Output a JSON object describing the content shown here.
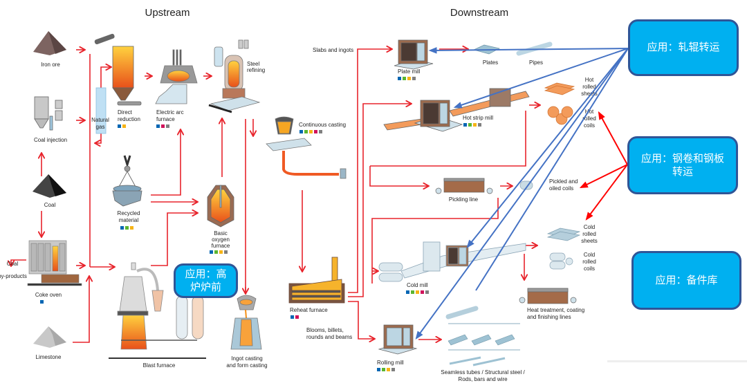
{
  "headers": {
    "upstream": "Upstream",
    "downstream": "Downstream"
  },
  "colors": {
    "flow_arrow": "#e8232b",
    "callout_link_blue": "#4472c4",
    "callout_link_red": "#ff0000",
    "callout_fill": "#00b0f0",
    "callout_border": "#2f5597",
    "tag_blue": "#0066b3",
    "tag_green": "#5bb531",
    "tag_yellow": "#f6b417",
    "tag_magenta": "#d0135a",
    "tag_gray": "#7f7f7f"
  },
  "upstream": {
    "iron_ore": "Iron ore",
    "coal_injection": "Coal injection",
    "coal": "Coal",
    "coke_oven": "Coke oven",
    "coal_byproducts_1": "Coal",
    "coal_byproducts_2": "by-products",
    "limestone": "Limestone",
    "natural_gas_1": "Natural",
    "natural_gas_2": "gas",
    "direct_reduction_1": "Direct",
    "direct_reduction_2": "reduction",
    "electric_arc_1": "Electric arc",
    "electric_arc_2": "furnace",
    "steel_refining_1": "Steel",
    "steel_refining_2": "refining",
    "recycled_1": "Recycled",
    "recycled_2": "material",
    "bof_1": "Basic",
    "bof_2": "oxygen",
    "bof_3": "furnace",
    "blast_furnace": "Blast furnace",
    "ingot_1": "Ingot casting",
    "ingot_2": "and form casting",
    "continuous_casting": "Continuous casting"
  },
  "downstream": {
    "slabs_ingots": "Slabs and ingots",
    "plate_mill": "Plate mill",
    "plates": "Plates",
    "pipes": "Pipes",
    "hot_strip_mill": "Hot strip mill",
    "hot_sheets_1": "Hot",
    "hot_sheets_2": "rolled",
    "hot_sheets_3": "sheets",
    "hot_coils_1": "Hot",
    "hot_coils_2": "rolled",
    "hot_coils_3": "coils",
    "pickling_line": "Pickling line",
    "pickled_1": "Pickled and",
    "pickled_2": "oiled coils",
    "cold_mill": "Cold mill",
    "cold_sheets_1": "Cold",
    "cold_sheets_2": "rolled",
    "cold_sheets_3": "sheets",
    "cold_coils_1": "Cold",
    "cold_coils_2": "rolled",
    "cold_coils_3": "coils",
    "heat_treatment_1": "Heat treatment, coating",
    "heat_treatment_2": "and finishing lines",
    "reheat_furnace": "Reheat furnace",
    "blooms_1": "Blooms, billets,",
    "blooms_2": "rounds and beams",
    "rolling_mill": "Rolling mill",
    "products_1": "Seamless tubes / Structural steel /",
    "products_2": "Rods, bars and wire"
  },
  "callouts": {
    "roll_transfer": "应用：轧辊转运",
    "coil_plate_transfer_1": "应用：钢卷和钢板",
    "coil_plate_transfer_2": "转运",
    "blast_furnace_front_1": "应用：高",
    "blast_furnace_front_2": "炉炉前",
    "spare_parts": "应用：备件库"
  },
  "tags": {
    "direct_reduction": [
      "blue",
      "yellow"
    ],
    "electric_arc": [
      "blue",
      "magenta",
      "gray"
    ],
    "recycled": [
      "blue",
      "green",
      "yellow"
    ],
    "bof": [
      "blue",
      "green",
      "yellow",
      "gray"
    ],
    "coke_oven": [
      "blue"
    ],
    "continuous_casting": [
      "blue",
      "green",
      "yellow",
      "magenta",
      "gray"
    ],
    "plate_mill": [
      "blue",
      "green",
      "yellow",
      "gray"
    ],
    "hot_strip_mill": [
      "blue",
      "green",
      "yellow",
      "gray"
    ],
    "cold_mill": [
      "blue",
      "green",
      "yellow",
      "magenta",
      "gray"
    ],
    "reheat_furnace": [
      "blue",
      "magenta"
    ],
    "rolling_mill": [
      "blue",
      "green",
      "yellow",
      "gray"
    ]
  }
}
